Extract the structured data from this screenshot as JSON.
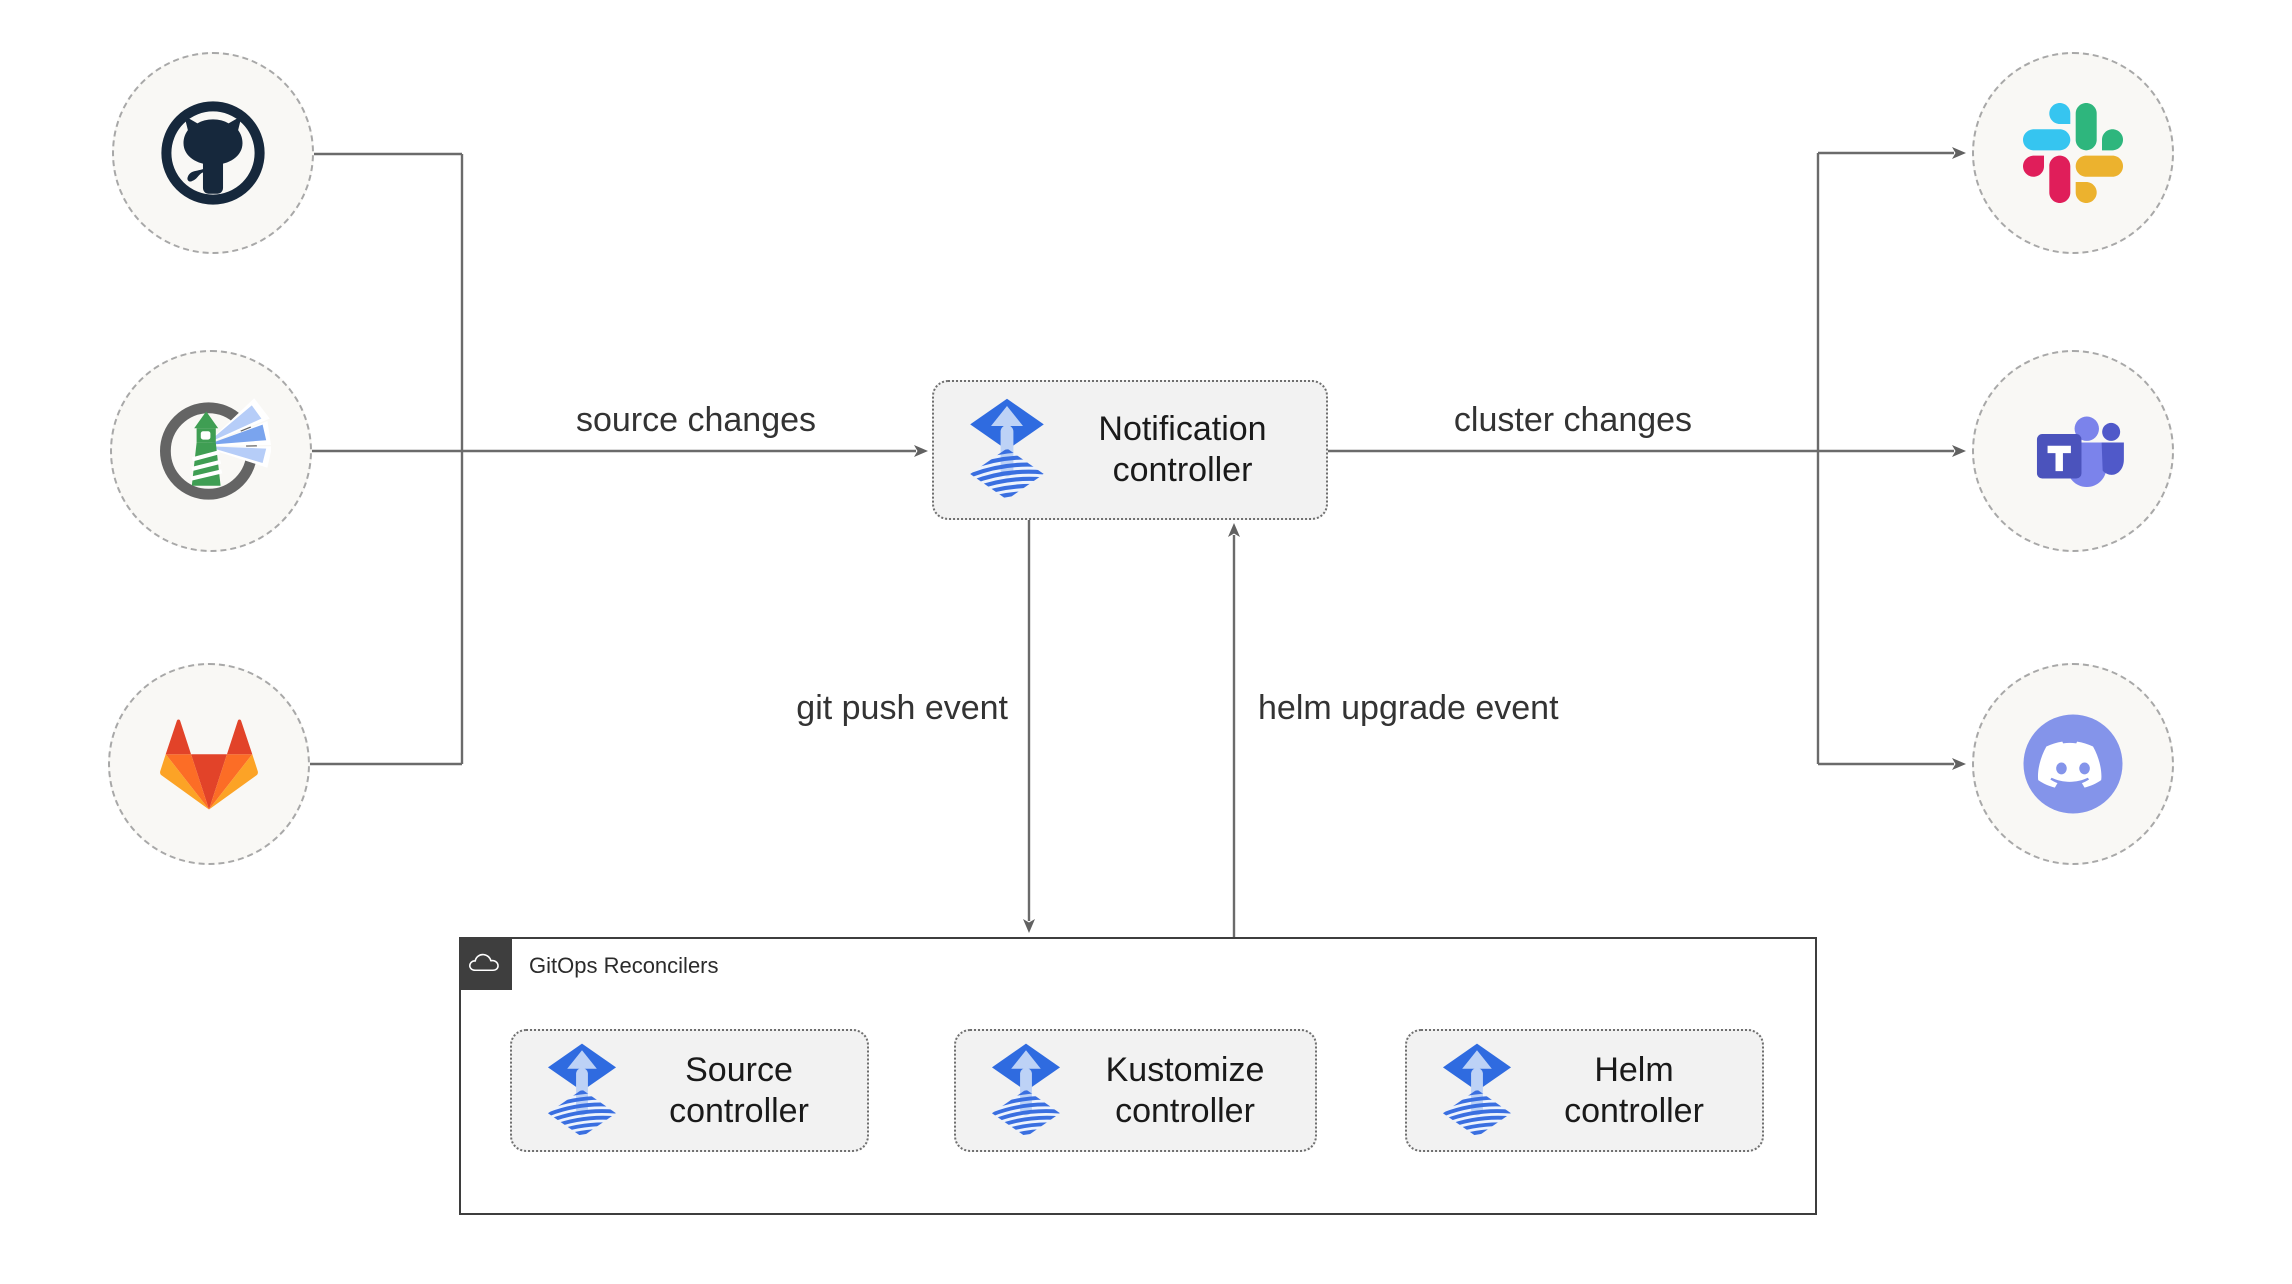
{
  "nodes": {
    "notification_controller": {
      "label": "Notification controller"
    },
    "sources": [
      {
        "name": "github"
      },
      {
        "name": "harbor"
      },
      {
        "name": "gitlab"
      }
    ],
    "targets": [
      {
        "name": "slack"
      },
      {
        "name": "microsoft-teams"
      },
      {
        "name": "discord"
      }
    ]
  },
  "edges": {
    "source_changes": {
      "label": "source changes"
    },
    "cluster_changes": {
      "label": "cluster changes"
    },
    "git_push": {
      "label": "git push event"
    },
    "helm_upgrade": {
      "label": "helm upgrade event"
    }
  },
  "reconcilers": {
    "group_label": "GitOps Reconcilers",
    "items": [
      {
        "label": "Source controller"
      },
      {
        "label": "Kustomize controller"
      },
      {
        "label": "Helm controller"
      }
    ]
  },
  "colors": {
    "flux_blue": "#2f6be0",
    "flux_light_blue": "#bdd2f6",
    "line_gray": "#6b6b6b",
    "box_fill": "#f2f2f2",
    "circle_fill": "#f9f8f5",
    "github_dark": "#16283c",
    "harbor_green": "#3f9e53",
    "gitlab_red": "#e24329",
    "gitlab_orange": "#fc6d26",
    "gitlab_yellow": "#fca326",
    "slack_blue": "#36c5f0",
    "slack_green": "#2eb67d",
    "slack_yellow": "#ecb22e",
    "slack_red": "#e01e5a",
    "teams_indigo": "#4b53bc",
    "teams_light": "#7b83eb",
    "teams_mid": "#5059c9",
    "discord_blurple": "#8494ea"
  }
}
